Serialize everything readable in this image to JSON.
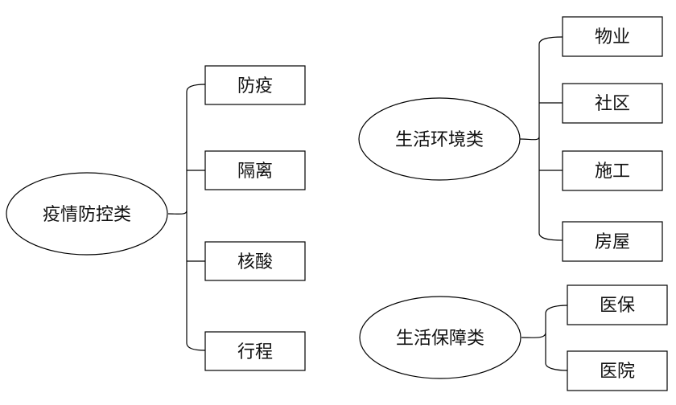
{
  "groups": [
    {
      "label": "疫情防控类",
      "items": [
        "防疫",
        "隔离",
        "核酸",
        "行程"
      ]
    },
    {
      "label": "生活环境类",
      "items": [
        "物业",
        "社区",
        "施工",
        "房屋"
      ]
    },
    {
      "label": "生活保障类",
      "items": [
        "医保",
        "医院"
      ]
    }
  ]
}
